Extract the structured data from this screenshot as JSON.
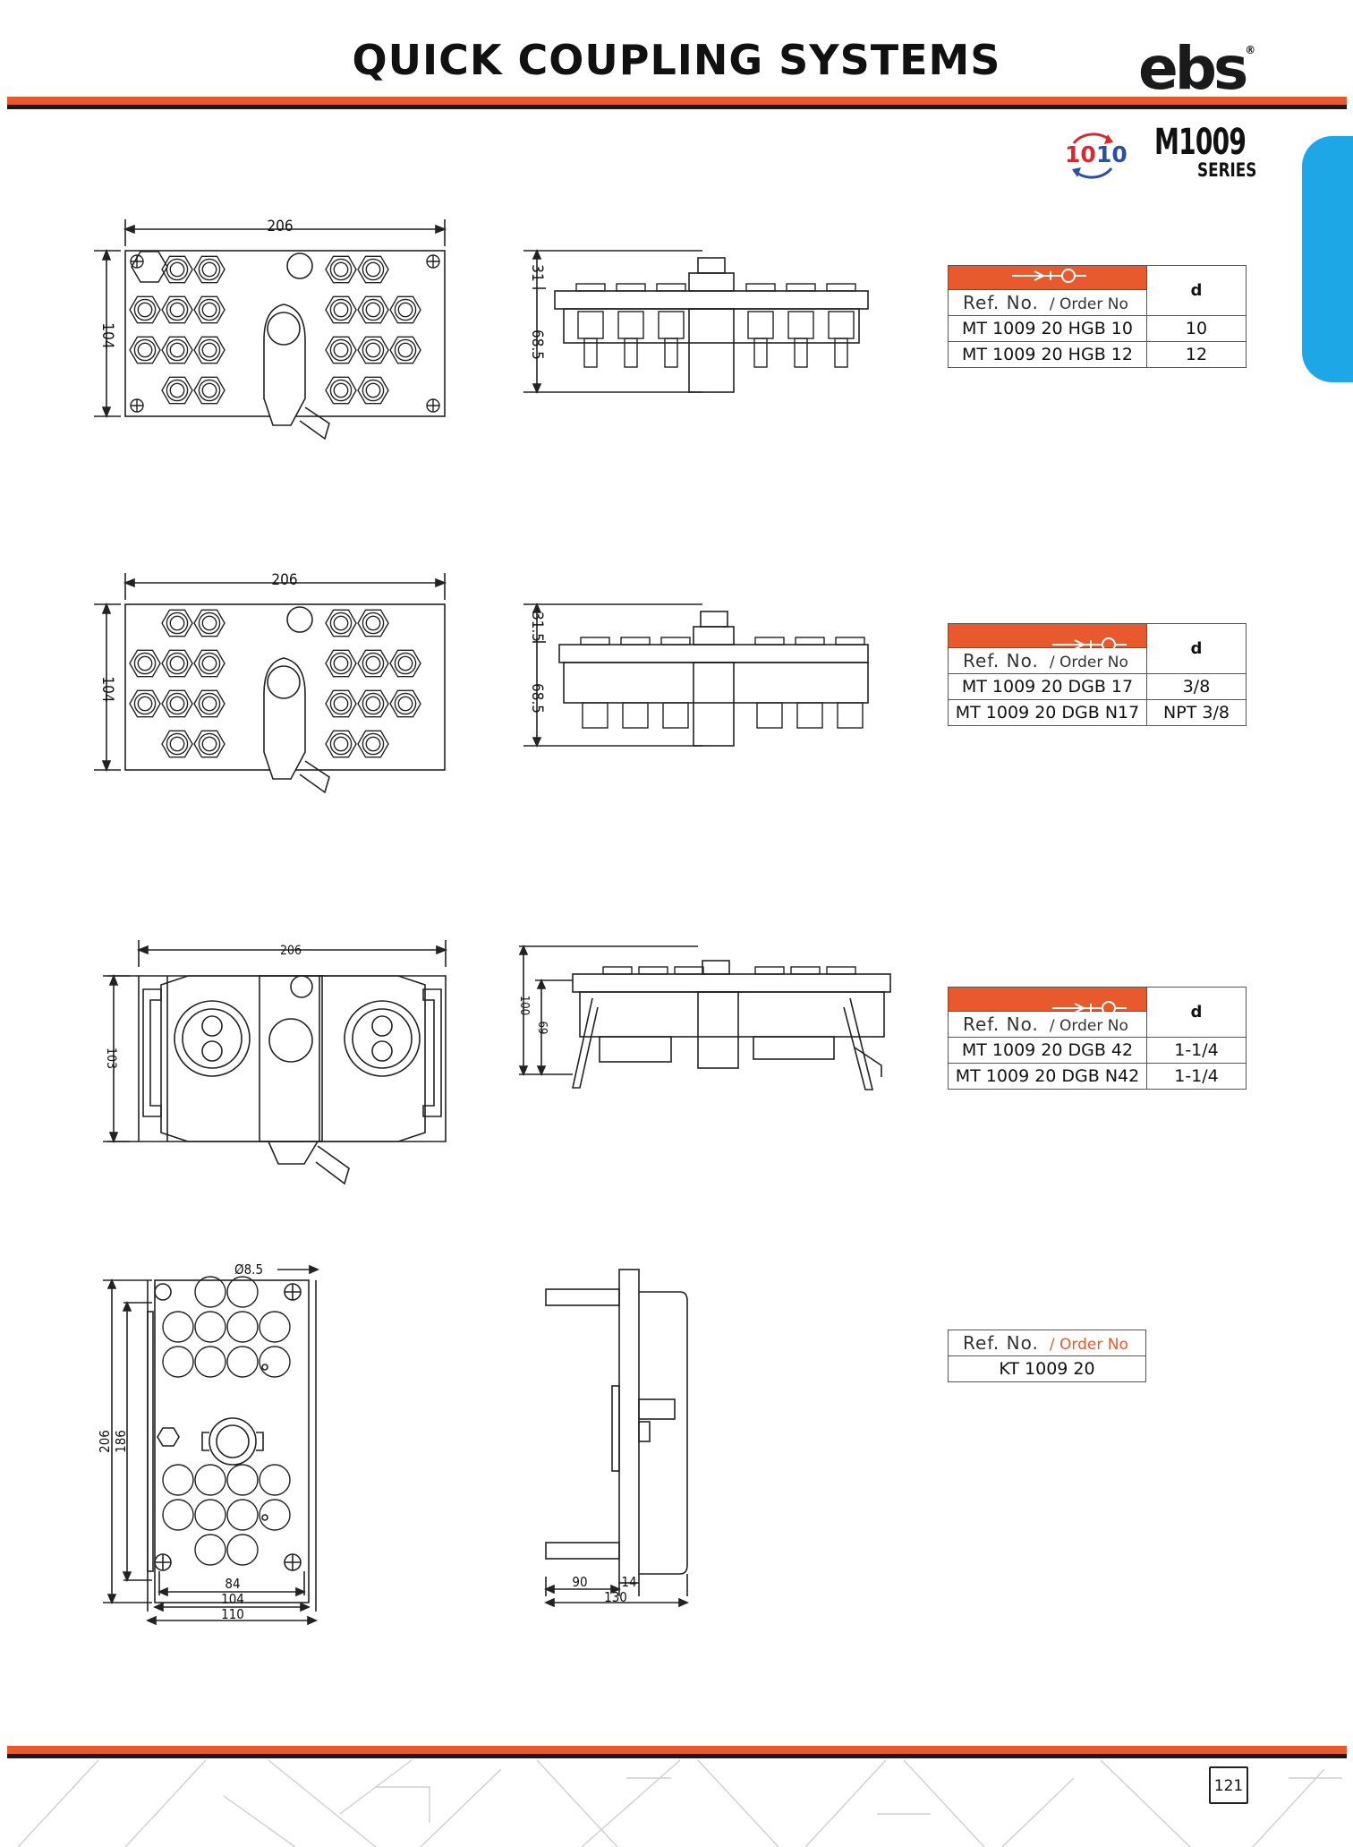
{
  "header": {
    "title": "QUICK COUPLING SYSTEMS",
    "logo_text": "ebs",
    "logo_mark": "®"
  },
  "series": {
    "badge_left": "10",
    "badge_right": "10",
    "code": "M1009",
    "word": "SERIES"
  },
  "tables": [
    {
      "ref_label": "Ref. No.",
      "order_label": "/ Order No",
      "d_header": "d",
      "rows": [
        {
          "ref": "MT 1009 20 HGB 10",
          "d": "10"
        },
        {
          "ref": "MT 1009 20 HGB 12",
          "d": "12"
        }
      ]
    },
    {
      "ref_label": "Ref. No.",
      "order_label": "/ Order No",
      "d_header": "d",
      "rows": [
        {
          "ref": "MT 1009 20 DGB 17",
          "d": "3/8"
        },
        {
          "ref": "MT 1009 20 DGB N17",
          "d": "NPT 3/8"
        }
      ]
    },
    {
      "ref_label": "Ref. No.",
      "order_label": "/ Order No",
      "d_header": "d",
      "rows": [
        {
          "ref": "MT 1009 20 DGB 42",
          "d": "1-1/4"
        },
        {
          "ref": "MT 1009 20 DGB N42",
          "d": "1-1/4"
        }
      ]
    },
    {
      "ref_label": "Ref. No.",
      "order_label": "/ Order No",
      "rows": [
        {
          "ref": "KT 1009 20"
        }
      ]
    }
  ],
  "dimensions": {
    "d1": {
      "width": "206",
      "height": "104",
      "side_top": "31",
      "side_bottom": "68.5"
    },
    "d2": {
      "width": "206",
      "height": "104",
      "side_top": "31.5",
      "side_bottom": "68.5"
    },
    "d3": {
      "width": "206",
      "height": "103",
      "side_outer": "100",
      "side_inner": "69"
    },
    "d4": {
      "hole": "Ø8.5",
      "h_outer": "206",
      "h_inner": "186",
      "w1": "84",
      "w2": "104",
      "w3": "110",
      "s1": "90",
      "s2": "14",
      "s3": "130"
    }
  },
  "footer": {
    "page_number": "121"
  },
  "colors": {
    "accent": "#e85a2e",
    "tab": "#1ea7e6",
    "badge_red": "#d8292f",
    "badge_blue": "#2d4fa0"
  }
}
